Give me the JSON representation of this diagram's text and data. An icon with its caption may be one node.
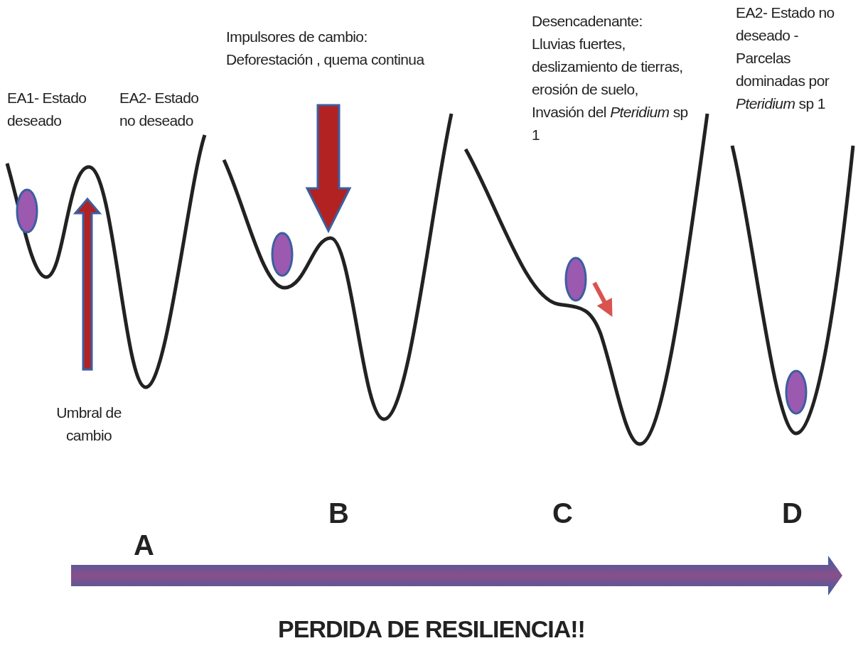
{
  "diagram": {
    "caption": "PERDIDA DE RESILIENCIA!!",
    "labels": [
      "EA1- Estado deseado",
      "EA2- Estado no deseado",
      "Umbral de cambio",
      "Impulsores de cambio: Deforestación , quema continua",
      "Desencadenante: Lluvias fuertes, deslizamiento de tierras, erosión de suelo, Invasión del *Pteridium* sp 1",
      "EA2- Estado no deseado - Parcelas dominadas por *Pteridium* sp 1",
      "A",
      "B",
      "C",
      "D"
    ]
  }
}
